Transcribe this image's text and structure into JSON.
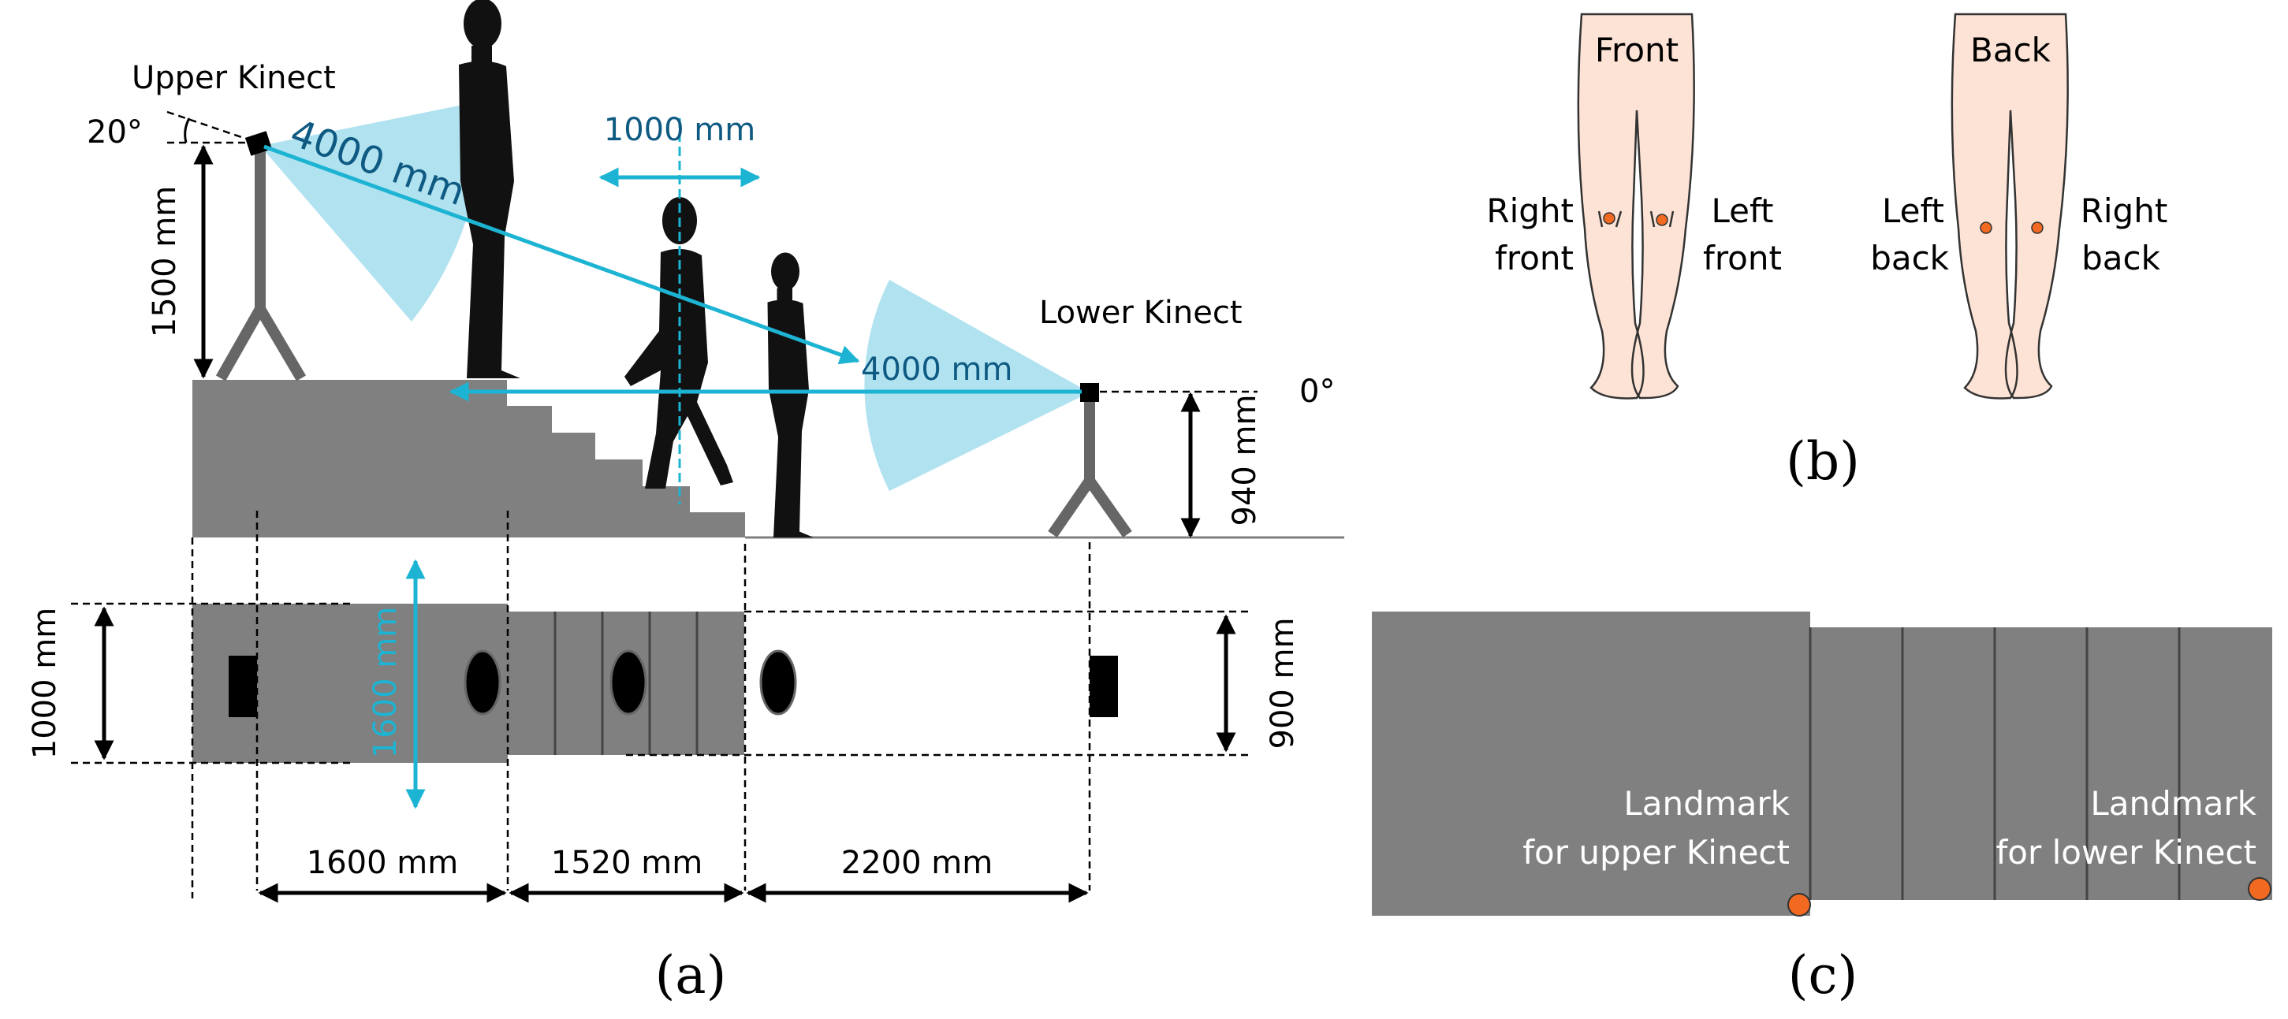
{
  "panel_a": {
    "label": "(a)",
    "upper_kinect": {
      "name": "Upper Kinect",
      "angle": "20°",
      "height": "1500 mm",
      "range": "4000 mm"
    },
    "lower_kinect": {
      "name": "Lower Kinect",
      "angle": "0°",
      "height": "940 mm",
      "range": "4000 mm"
    },
    "walking_zone": "1000 mm",
    "top_view": {
      "left_width": "1000 mm",
      "right_width": "900 mm",
      "vertical_span": "1600 mm"
    },
    "bottom_dims": {
      "platform": "1600 mm",
      "stairs": "1520 mm",
      "floor": "2200 mm"
    }
  },
  "panel_b": {
    "label": "(b)",
    "front": {
      "title": "Front",
      "right_label": [
        "Right",
        "front"
      ],
      "left_label": [
        "Left",
        "front"
      ]
    },
    "back": {
      "title": "Back",
      "left_label": [
        "Left",
        "back"
      ],
      "right_label": [
        "Right",
        "back"
      ]
    }
  },
  "panel_c": {
    "label": "(c)",
    "landmark_upper": [
      "Landmark",
      "for upper Kinect"
    ],
    "landmark_lower": [
      "Landmark",
      "for lower Kinect"
    ]
  },
  "colors": {
    "gray": "#808080",
    "cyan": "#1CB4D2",
    "cyan_cone": "#A9DFEE",
    "marker": "#F26A21",
    "skin": "#FDE3D5"
  }
}
